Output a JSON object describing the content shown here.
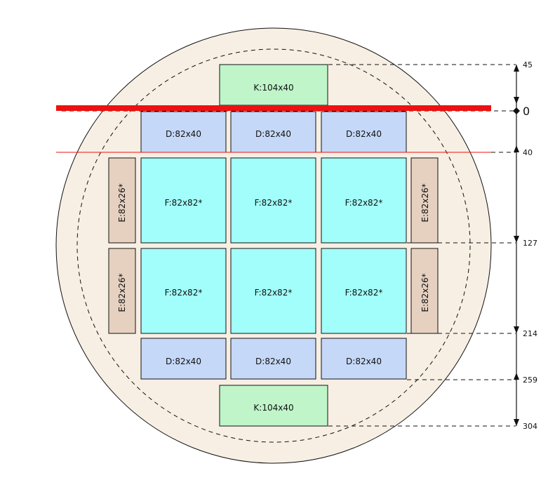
{
  "colors": {
    "wafer_fill": "#f7efe4",
    "K": "#bff5c9",
    "D": "#c6d8f8",
    "F": "#a2fefa",
    "E": "#e6d1c1",
    "cut_line": "#ee1111"
  },
  "cells": {
    "K_label": "K:104x40",
    "D_label": "D:82x40",
    "F_label": "F:82x82*",
    "E_label": "E:82x26*"
  },
  "scale": {
    "ticks": [
      {
        "value": 45,
        "label": "45"
      },
      {
        "value": 0,
        "label": "0"
      },
      {
        "value": 40,
        "label": "40"
      },
      {
        "value": 127,
        "label": "127"
      },
      {
        "value": 214,
        "label": "214"
      },
      {
        "value": 259,
        "label": "259"
      },
      {
        "value": 304,
        "label": "304"
      }
    ]
  }
}
